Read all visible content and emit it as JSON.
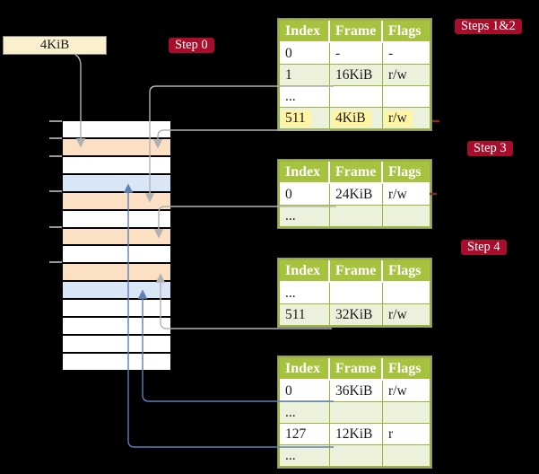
{
  "colors": {
    "table_header_green": "#A6C23E",
    "table_row_light_green": "#EBF1DB",
    "table_border_olive": "#9CB53B",
    "memory_peach": "#FBE0C3",
    "memory_blue": "#D8E6F6",
    "badge_crimson": "#A80D2B",
    "arrow_gray": "#B2B2B2",
    "arrow_blue": "#5E81B8",
    "highlight_yellow": "#FFF5A3",
    "box_cream": "#FBF0CE"
  },
  "page_size_box": {
    "label": "4KiB"
  },
  "badges": {
    "step0": "Step 0",
    "steps12": "Steps 1&2",
    "step3": "Step 3",
    "step4": "Step 4"
  },
  "tables": [
    {
      "headers": [
        "Index",
        "Frame",
        "Flags"
      ],
      "rows": [
        [
          "0",
          "-",
          "-"
        ],
        [
          "1",
          "16KiB",
          "r/w"
        ],
        [
          "...",
          "",
          ""
        ],
        [
          "511",
          "4KiB",
          "r/w"
        ]
      ]
    },
    {
      "headers": [
        "Index",
        "Frame",
        "Flags"
      ],
      "rows": [
        [
          "0",
          "24KiB",
          "r/w"
        ],
        [
          "...",
          "",
          ""
        ]
      ]
    },
    {
      "headers": [
        "Index",
        "Frame",
        "Flags"
      ],
      "rows": [
        [
          "...",
          "",
          ""
        ],
        [
          "511",
          "32KiB",
          "r/w"
        ]
      ]
    },
    {
      "headers": [
        "Index",
        "Frame",
        "Flags"
      ],
      "rows": [
        [
          "0",
          "36KiB",
          "r/w"
        ],
        [
          "...",
          "",
          ""
        ],
        [
          "127",
          "12KiB",
          "r"
        ],
        [
          "...",
          "",
          ""
        ]
      ]
    }
  ],
  "memory": {
    "row_colors": [
      "white",
      "peach",
      "white",
      "blue",
      "peach",
      "white",
      "peach",
      "white",
      "peach",
      "blue",
      "white",
      "white",
      "white",
      "white"
    ]
  }
}
